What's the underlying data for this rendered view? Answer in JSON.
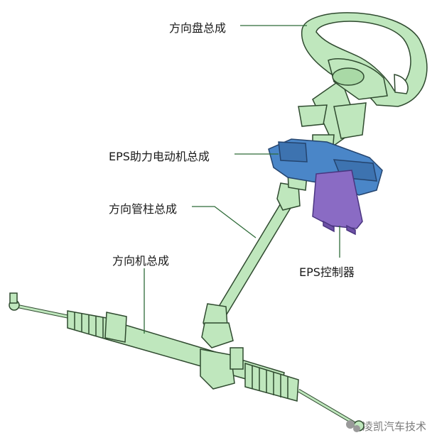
{
  "labels": {
    "steering_wheel": "方向盘总成",
    "eps_motor": "EPS助力电动机总成",
    "steering_column": "方向管柱总成",
    "steering_gear": "方向机总成",
    "eps_controller": "EPS控制器"
  },
  "watermark": "凌凯汽车技术",
  "colors": {
    "part_green": "#bfe7bd",
    "part_outline": "#2f4a2f",
    "motor_blue": "#4a86c8",
    "controller_purple": "#8a6bc4",
    "leader_line": "#2e6b38"
  }
}
